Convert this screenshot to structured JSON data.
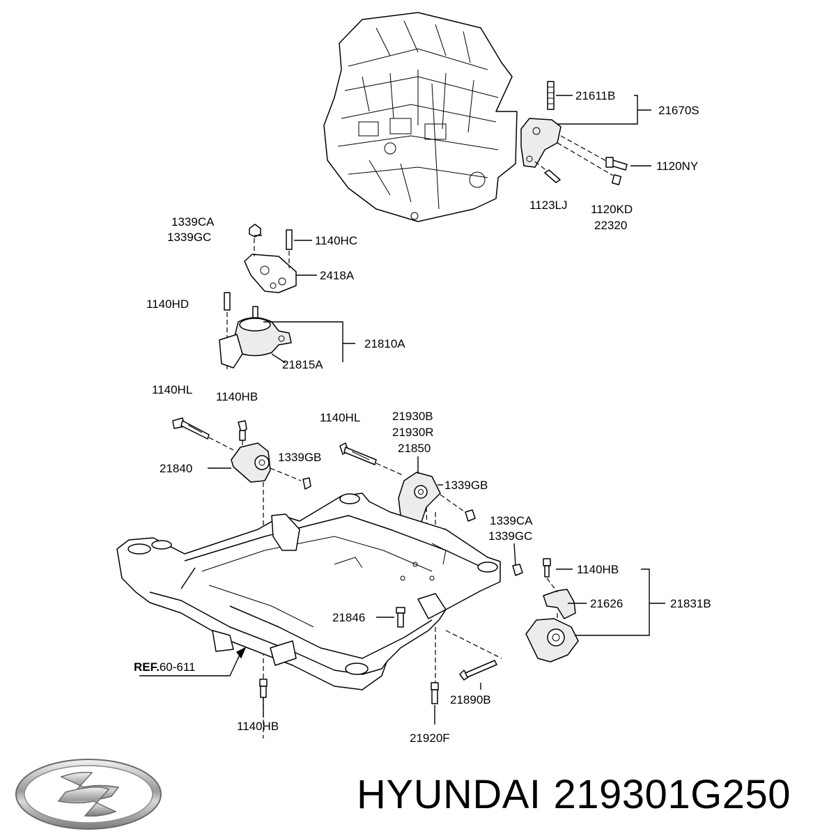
{
  "diagram": {
    "labels": {
      "p21611B": "21611B",
      "p21670S": "21670S",
      "p1120NY": "1120NY",
      "p1123LJ": "1123LJ",
      "p1120KD": "1120KD",
      "p22320": "22320",
      "p1339CA_top": "1339CA",
      "p1339GC_top": "1339GC",
      "p1140HC": "1140HC",
      "p2418A": "2418A",
      "p1140HD": "1140HD",
      "p21810A": "21810A",
      "p21815A": "21815A",
      "p1140HL_left": "1140HL",
      "p1140HB_top": "1140HB",
      "p1140HL_mid": "1140HL",
      "p21930B": "21930B",
      "p21930R": "21930R",
      "p21850": "21850",
      "p21840": "21840",
      "p1339GB_left": "1339GB",
      "p1339GB_right": "1339GB",
      "p1339CA_right": "1339CA",
      "p1339GC_right": "1339GC",
      "p1140HB_right": "1140HB",
      "p21626": "21626",
      "p21831B": "21831B",
      "p21846": "21846",
      "ref_bold": "REF.",
      "ref_num": "60-611",
      "p1140HB_bottom": "1140HB",
      "p21890B": "21890B",
      "p21920F": "21920F"
    }
  },
  "footer": {
    "brand": "HYUNDAI",
    "part_number": "219301G250",
    "logo_icon": "hyundai-logo-icon"
  }
}
